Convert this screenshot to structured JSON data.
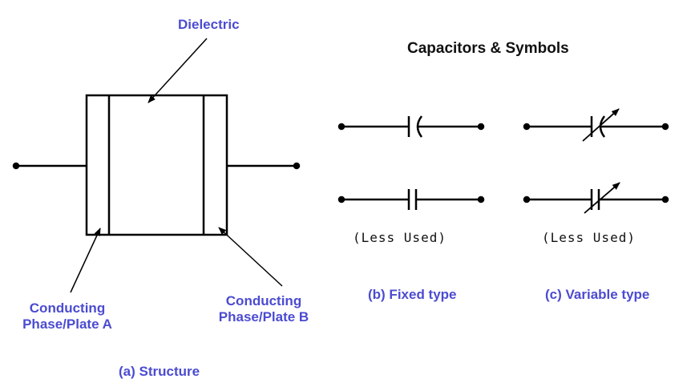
{
  "title": "Capacitors & Symbols",
  "labels": {
    "dielectric": "Dielectric",
    "plate_a_line1": "Conducting",
    "plate_a_line2": "Phase/Plate A",
    "plate_b_line1": "Conducting",
    "plate_b_line2": "Phase/Plate B",
    "structure_caption": "(a) Structure",
    "fixed_caption": "(b) Fixed type",
    "variable_caption": "(c) Variable type",
    "less_used_fixed": "(Less Used)",
    "less_used_variable": "(Less Used)"
  },
  "colors": {
    "label_blue": "#4b4bd1",
    "line_black": "#000000"
  }
}
